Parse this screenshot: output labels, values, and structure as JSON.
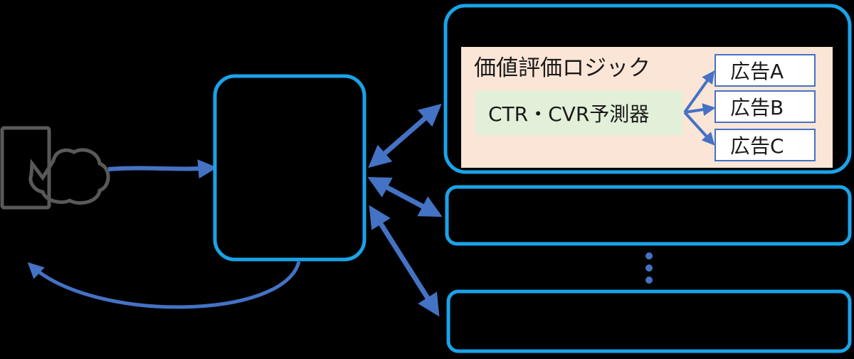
{
  "diagram": {
    "logic_title": "価値評価ロジック",
    "predictor_label": "CTR・CVR予測器",
    "ads": [
      "広告A",
      "広告B",
      "広告C"
    ]
  },
  "colors": {
    "background": "#000000",
    "box_border": "#1aa3e8",
    "arrow": "#4472c4",
    "logic_fill": "#fbe5d6",
    "predictor_fill": "#e2f0d9",
    "ad_fill": "#ffffff",
    "ad_border": "#4472c4",
    "device": "#595959",
    "text": "#1a1a1a"
  },
  "icons": {
    "device": "user-device-icon",
    "dots": "vertical-ellipsis-icon"
  }
}
